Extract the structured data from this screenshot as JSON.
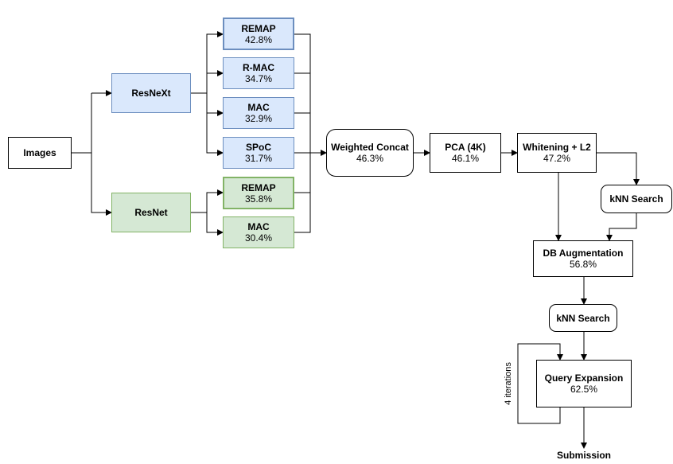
{
  "nodes": {
    "images": {
      "label": "Images"
    },
    "resnext": {
      "label": "ResNeXt"
    },
    "resnet": {
      "label": "ResNet"
    },
    "remap_x": {
      "label": "REMAP",
      "value": "42.8%"
    },
    "rmac_x": {
      "label": "R-MAC",
      "value": "34.7%"
    },
    "mac_x": {
      "label": "MAC",
      "value": "32.9%"
    },
    "spoc_x": {
      "label": "SPoC",
      "value": "31.7%"
    },
    "remap_n": {
      "label": "REMAP",
      "value": "35.8%"
    },
    "mac_n": {
      "label": "MAC",
      "value": "30.4%"
    },
    "concat": {
      "label": "Weighted Concat",
      "value": "46.3%"
    },
    "pca": {
      "label": "PCA (4K)",
      "value": "46.1%"
    },
    "whitening": {
      "label": "Whitening + L2",
      "value": "47.2%"
    },
    "knn1": {
      "label": "kNN Search"
    },
    "dba": {
      "label": "DB Augmentation",
      "value": "56.8%"
    },
    "knn2": {
      "label": "kNN Search"
    },
    "qe": {
      "label": "Query Expansion",
      "value": "62.5%"
    },
    "submission": {
      "label": "Submission"
    }
  },
  "loop_label": "4 iterations",
  "colors": {
    "blue_fill": "#dae8fc",
    "blue_stroke": "#6c8ebf",
    "green_fill": "#d5e8d4",
    "green_stroke": "#82b366"
  }
}
